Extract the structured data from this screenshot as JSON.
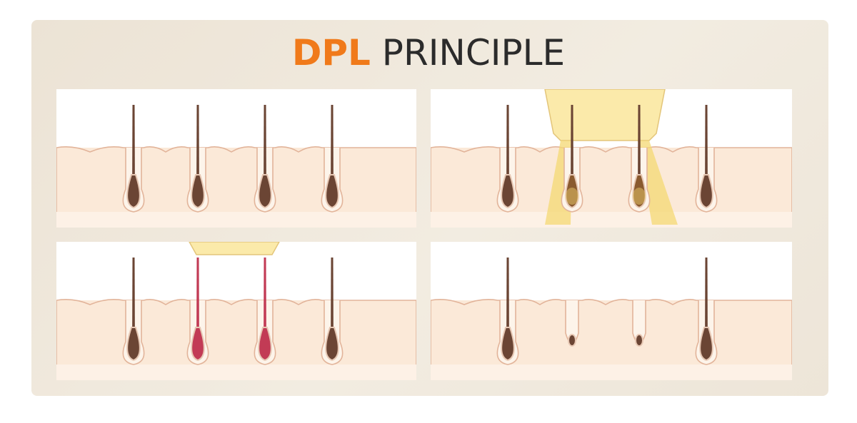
{
  "title": {
    "highlight": "DPL",
    "rest": "PRINCIPLE"
  },
  "colors": {
    "highlight": "#f07a1a",
    "text": "#2b2b2b",
    "card_bg": "#efe7db",
    "skin": "#fbe9d8",
    "skin_edge": "#e2b49a",
    "hair": "#6b4534",
    "hair_heated": "#c23b55",
    "light": "#fbeaaa"
  },
  "panels": [
    {
      "stage": "before",
      "follicles": [
        "normal",
        "normal",
        "normal",
        "normal"
      ],
      "light": "none"
    },
    {
      "stage": "irradiation",
      "follicles": [
        "normal",
        "heated",
        "heated",
        "normal"
      ],
      "light": "beam"
    },
    {
      "stage": "absorption",
      "follicles": [
        "normal",
        "absorbed",
        "absorbed",
        "normal"
      ],
      "light": "head"
    },
    {
      "stage": "after",
      "follicles": [
        "normal",
        "shrunk",
        "shrunk",
        "normal"
      ],
      "light": "none"
    }
  ]
}
